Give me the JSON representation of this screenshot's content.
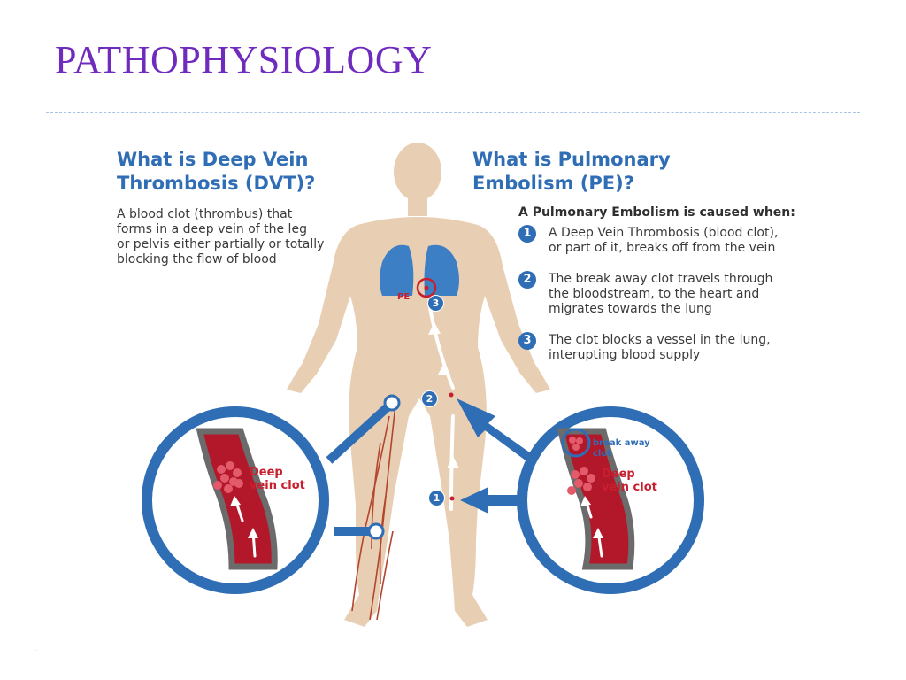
{
  "slide": {
    "title": "PATHOPHYSIOLOGY",
    "footnote": "·"
  },
  "dvt": {
    "heading_l1": "What is Deep Vein",
    "heading_l2": "Thrombosis (DVT)?",
    "desc": [
      "A blood clot (thrombus) that",
      "forms in a deep vein of the leg",
      "or pelvis either partially or totally",
      "blocking the flow of blood"
    ]
  },
  "pe": {
    "heading_l1": "What is Pulmonary",
    "heading_l2": "Embolism (PE)?",
    "caused_when": "A Pulmonary Embolism is caused when:",
    "steps": [
      {
        "num": "1",
        "lines": [
          "A Deep Vein Thrombosis (blood clot),",
          "or part of it, breaks off from the vein"
        ]
      },
      {
        "num": "2",
        "lines": [
          "The break away clot travels through",
          "the bloodstream, to the heart and",
          "migrates towards the lung"
        ]
      },
      {
        "num": "3",
        "lines": [
          "The clot blocks a vessel in the lung,",
          "interupting blood supply"
        ]
      }
    ]
  },
  "diagram": {
    "pe_label": "PE",
    "markers": [
      "1",
      "2",
      "3"
    ],
    "left_clot_l1": "Deep",
    "left_clot_l2": "vein clot",
    "right_breakaway_l1": "break away",
    "right_breakaway_l2": "clot",
    "right_clot_l1": "Deep",
    "right_clot_l2": "vein clot"
  },
  "colors": {
    "title": "#6f2bbd",
    "accent_blue": "#2f6db5",
    "vein_red": "#b3182a",
    "skin": "#e8cfb4",
    "lung": "#3d7fc4"
  }
}
